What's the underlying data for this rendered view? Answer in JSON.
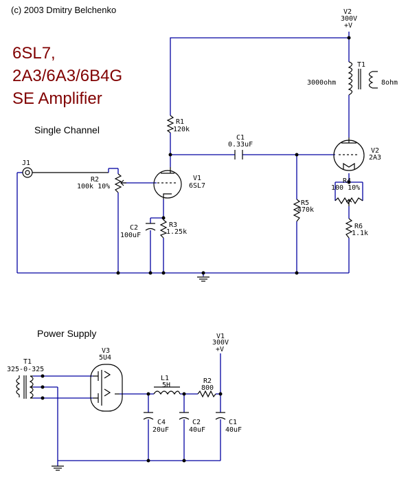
{
  "copyright": "(c) 2003 Dmitry Belchenko",
  "title_lines": [
    "6SL7,",
    "2A3/6A3/6B4G",
    "SE Amplifier"
  ],
  "single_channel_label": "Single Channel",
  "power_supply_label": "Power Supply",
  "amp": {
    "v2_supply": {
      "name": "V2",
      "value": "300V",
      "pol": "+V"
    },
    "t1": {
      "name": "T1",
      "primary": "3000ohm",
      "secondary": "8ohm"
    },
    "r1": {
      "name": "R1",
      "value": "120k"
    },
    "c1": {
      "name": "C1",
      "value": "0.33uF"
    },
    "v2_tube": {
      "name": "V2",
      "type": "2A3"
    },
    "j1": {
      "name": "J1"
    },
    "r2": {
      "name": "R2",
      "value": "100k 10%"
    },
    "v1_tube": {
      "name": "V1",
      "type": "6SL7"
    },
    "r4": {
      "name": "R4",
      "value": "100 10%"
    },
    "r5": {
      "name": "R5",
      "value": "470k"
    },
    "c2": {
      "name": "C2",
      "value": "100uF"
    },
    "r3": {
      "name": "R3",
      "value": "1.25k"
    },
    "r6": {
      "name": "R6",
      "value": "1.1k"
    }
  },
  "psu": {
    "v1_supply": {
      "name": "V1",
      "value": "300V",
      "pol": "+V"
    },
    "t1": {
      "name": "T1",
      "value": "325-0-325"
    },
    "v3": {
      "name": "V3",
      "type": "5U4"
    },
    "l1": {
      "name": "L1",
      "value": "5H"
    },
    "r2": {
      "name": "R2",
      "value": "800"
    },
    "c4": {
      "name": "C4",
      "value": "20uF"
    },
    "c2": {
      "name": "C2",
      "value": "40uF"
    },
    "c1": {
      "name": "C1",
      "value": "40uF"
    }
  },
  "colors": {
    "wire": "#0000a0",
    "title": "#800000",
    "component": "#000000"
  }
}
